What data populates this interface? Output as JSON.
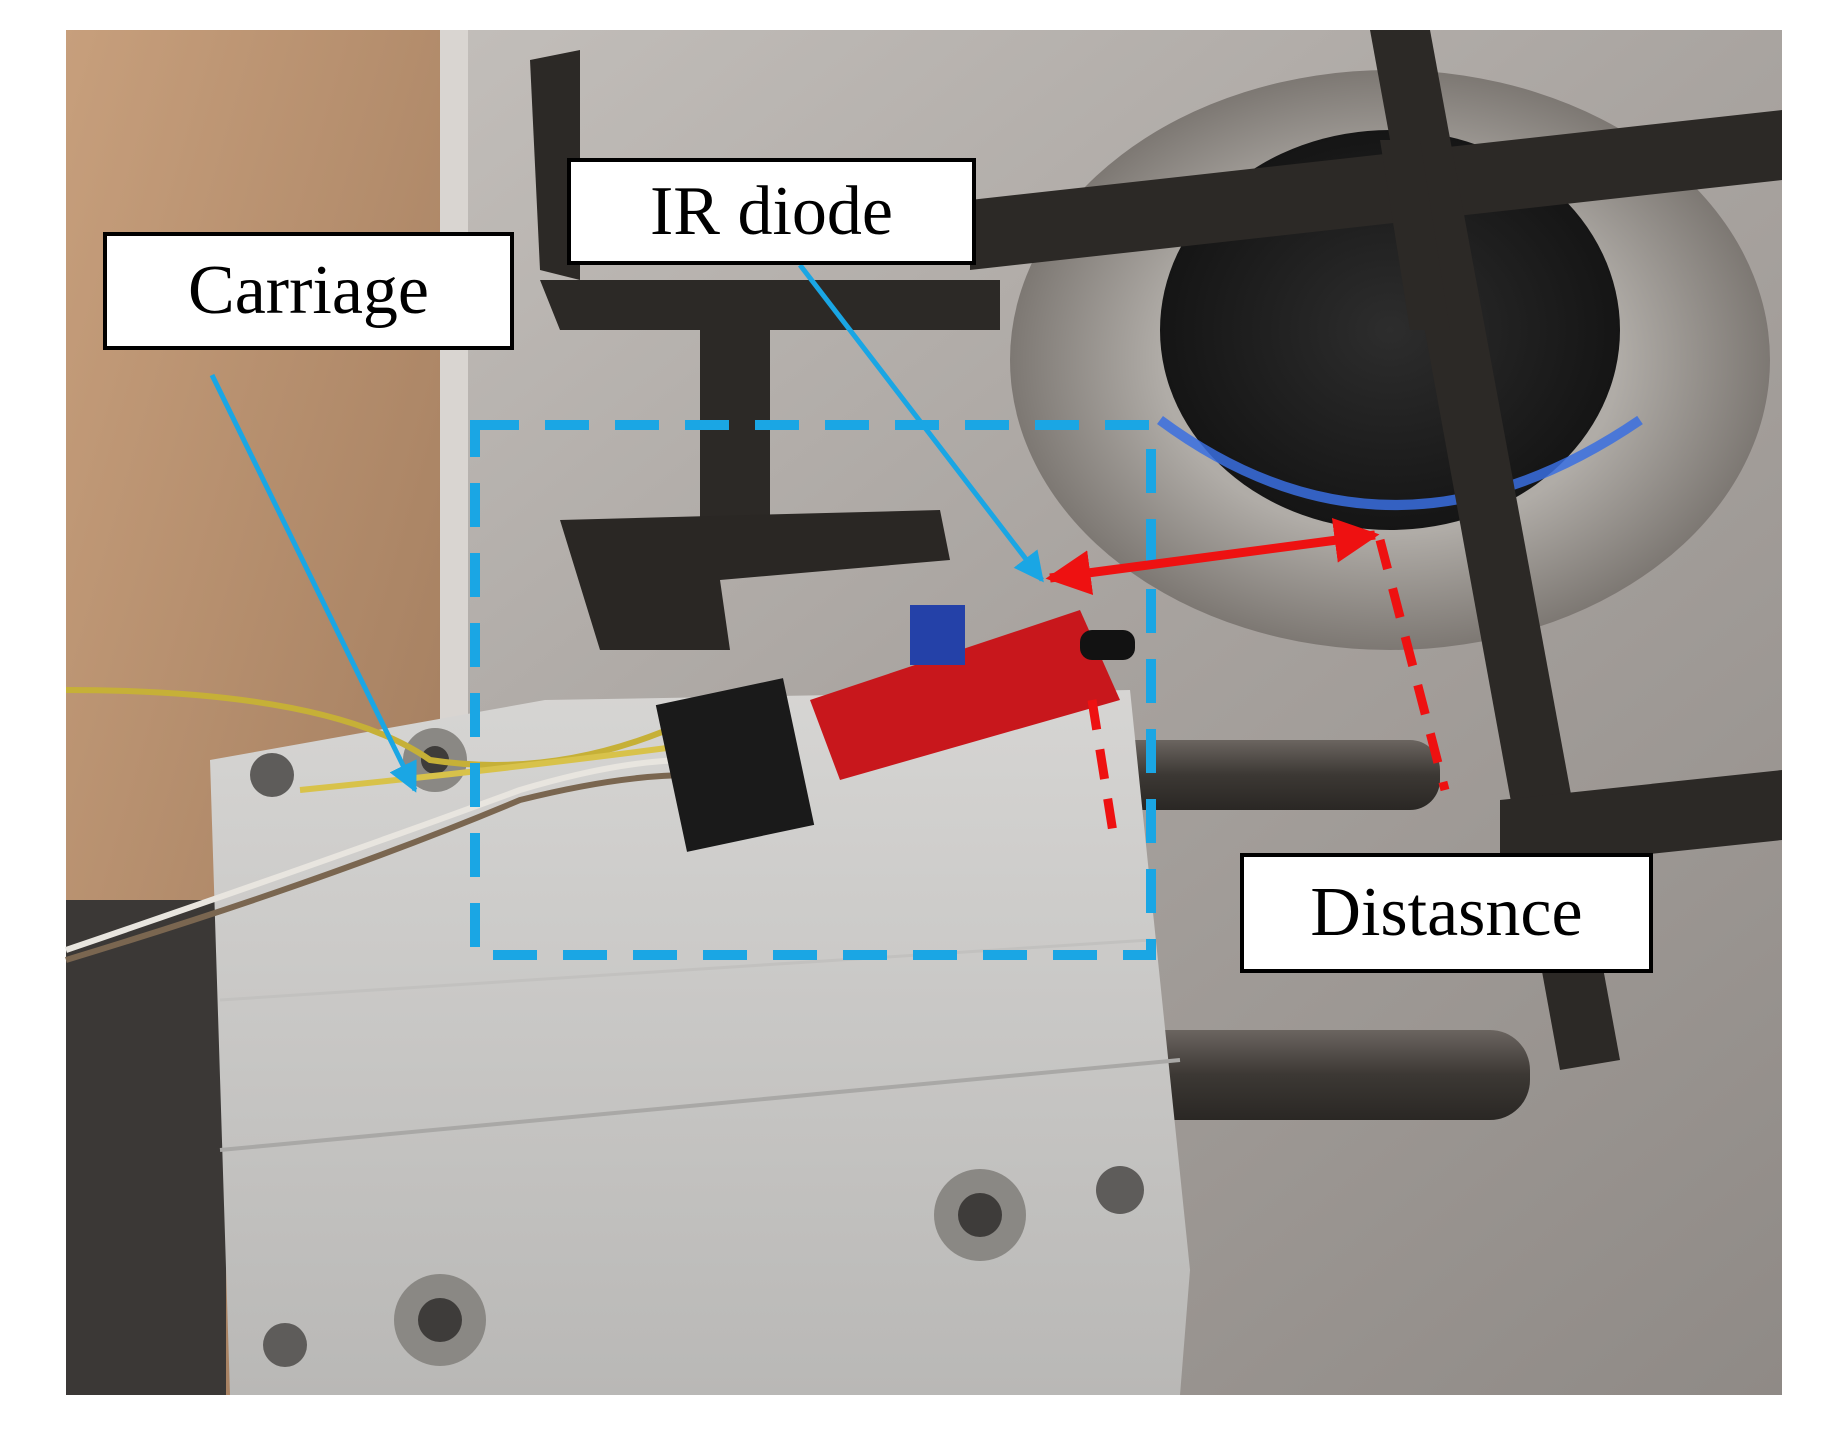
{
  "labels": {
    "carriage": "Carriage",
    "ir_diode": "IR diode",
    "distance": "Distasnce"
  },
  "colors": {
    "callout_blue": "#1aa6e4",
    "distance_red": "#ee1111",
    "label_border": "#000000"
  },
  "icons": {
    "pointer": "arrow",
    "distance_marker": "double-headed-arrow"
  }
}
